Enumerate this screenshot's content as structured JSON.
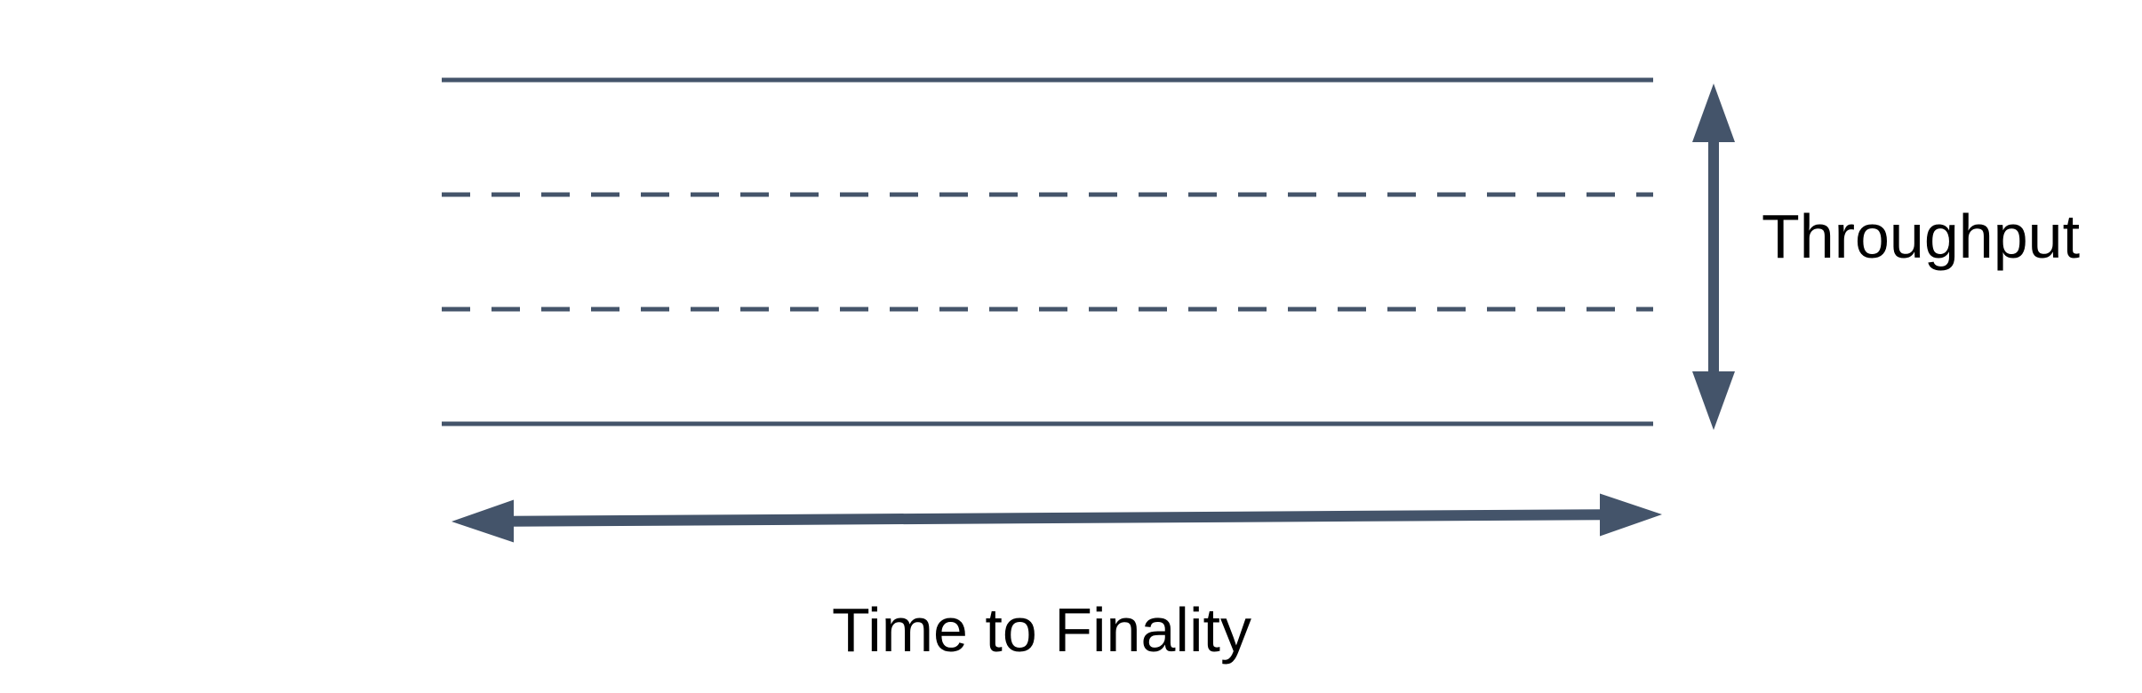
{
  "diagram": {
    "labels": {
      "throughput": "Throughput",
      "time_to_finality": "Time to Finality"
    },
    "colors": {
      "shape": "#44546A",
      "text": "#000000",
      "background": "#FFFFFF"
    },
    "band_lines": [
      {
        "position": "top",
        "style": "solid"
      },
      {
        "position": "upper-middle",
        "style": "dashed"
      },
      {
        "position": "lower-middle",
        "style": "dashed"
      },
      {
        "position": "bottom",
        "style": "solid"
      }
    ],
    "arrows": [
      {
        "label": "Throughput",
        "orientation": "vertical",
        "double_headed": true
      },
      {
        "label": "Time to Finality",
        "orientation": "horizontal",
        "double_headed": true
      }
    ]
  }
}
